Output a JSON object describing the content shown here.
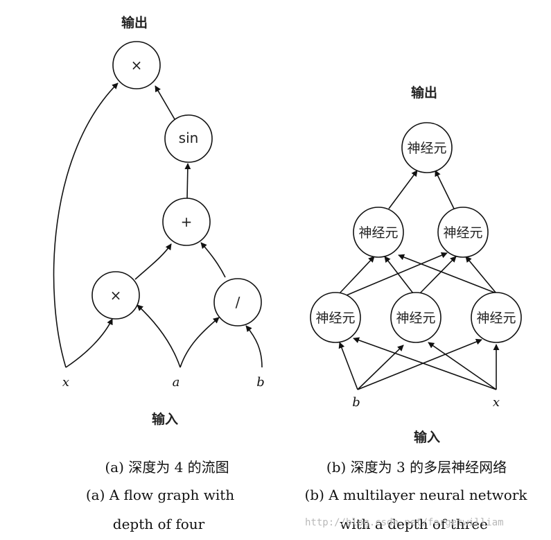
{
  "left_diagram": {
    "output_label": "输出",
    "input_label": "输入",
    "nodes": {
      "times_top": "×",
      "sin": "sin",
      "plus": "+",
      "times_bottom": "×",
      "divide": "/"
    },
    "variables": {
      "x": "x",
      "a": "a",
      "b": "b"
    },
    "caption_cn": "(a) 深度为 4 的流图",
    "caption_en_line1": "(a) A flow graph with",
    "caption_en_line2": "depth of four"
  },
  "right_diagram": {
    "output_label": "输出",
    "input_label": "输入",
    "neuron_label": "神经元",
    "variables": {
      "b": "b",
      "x": "x"
    },
    "caption_cn": "(b) 深度为 3 的多层神经网络",
    "caption_en_line1": "(b) A multilayer neural network",
    "caption_en_line2": "with a depth of three"
  },
  "watermark": "http://blog.csdn.net/forgetwilliam"
}
